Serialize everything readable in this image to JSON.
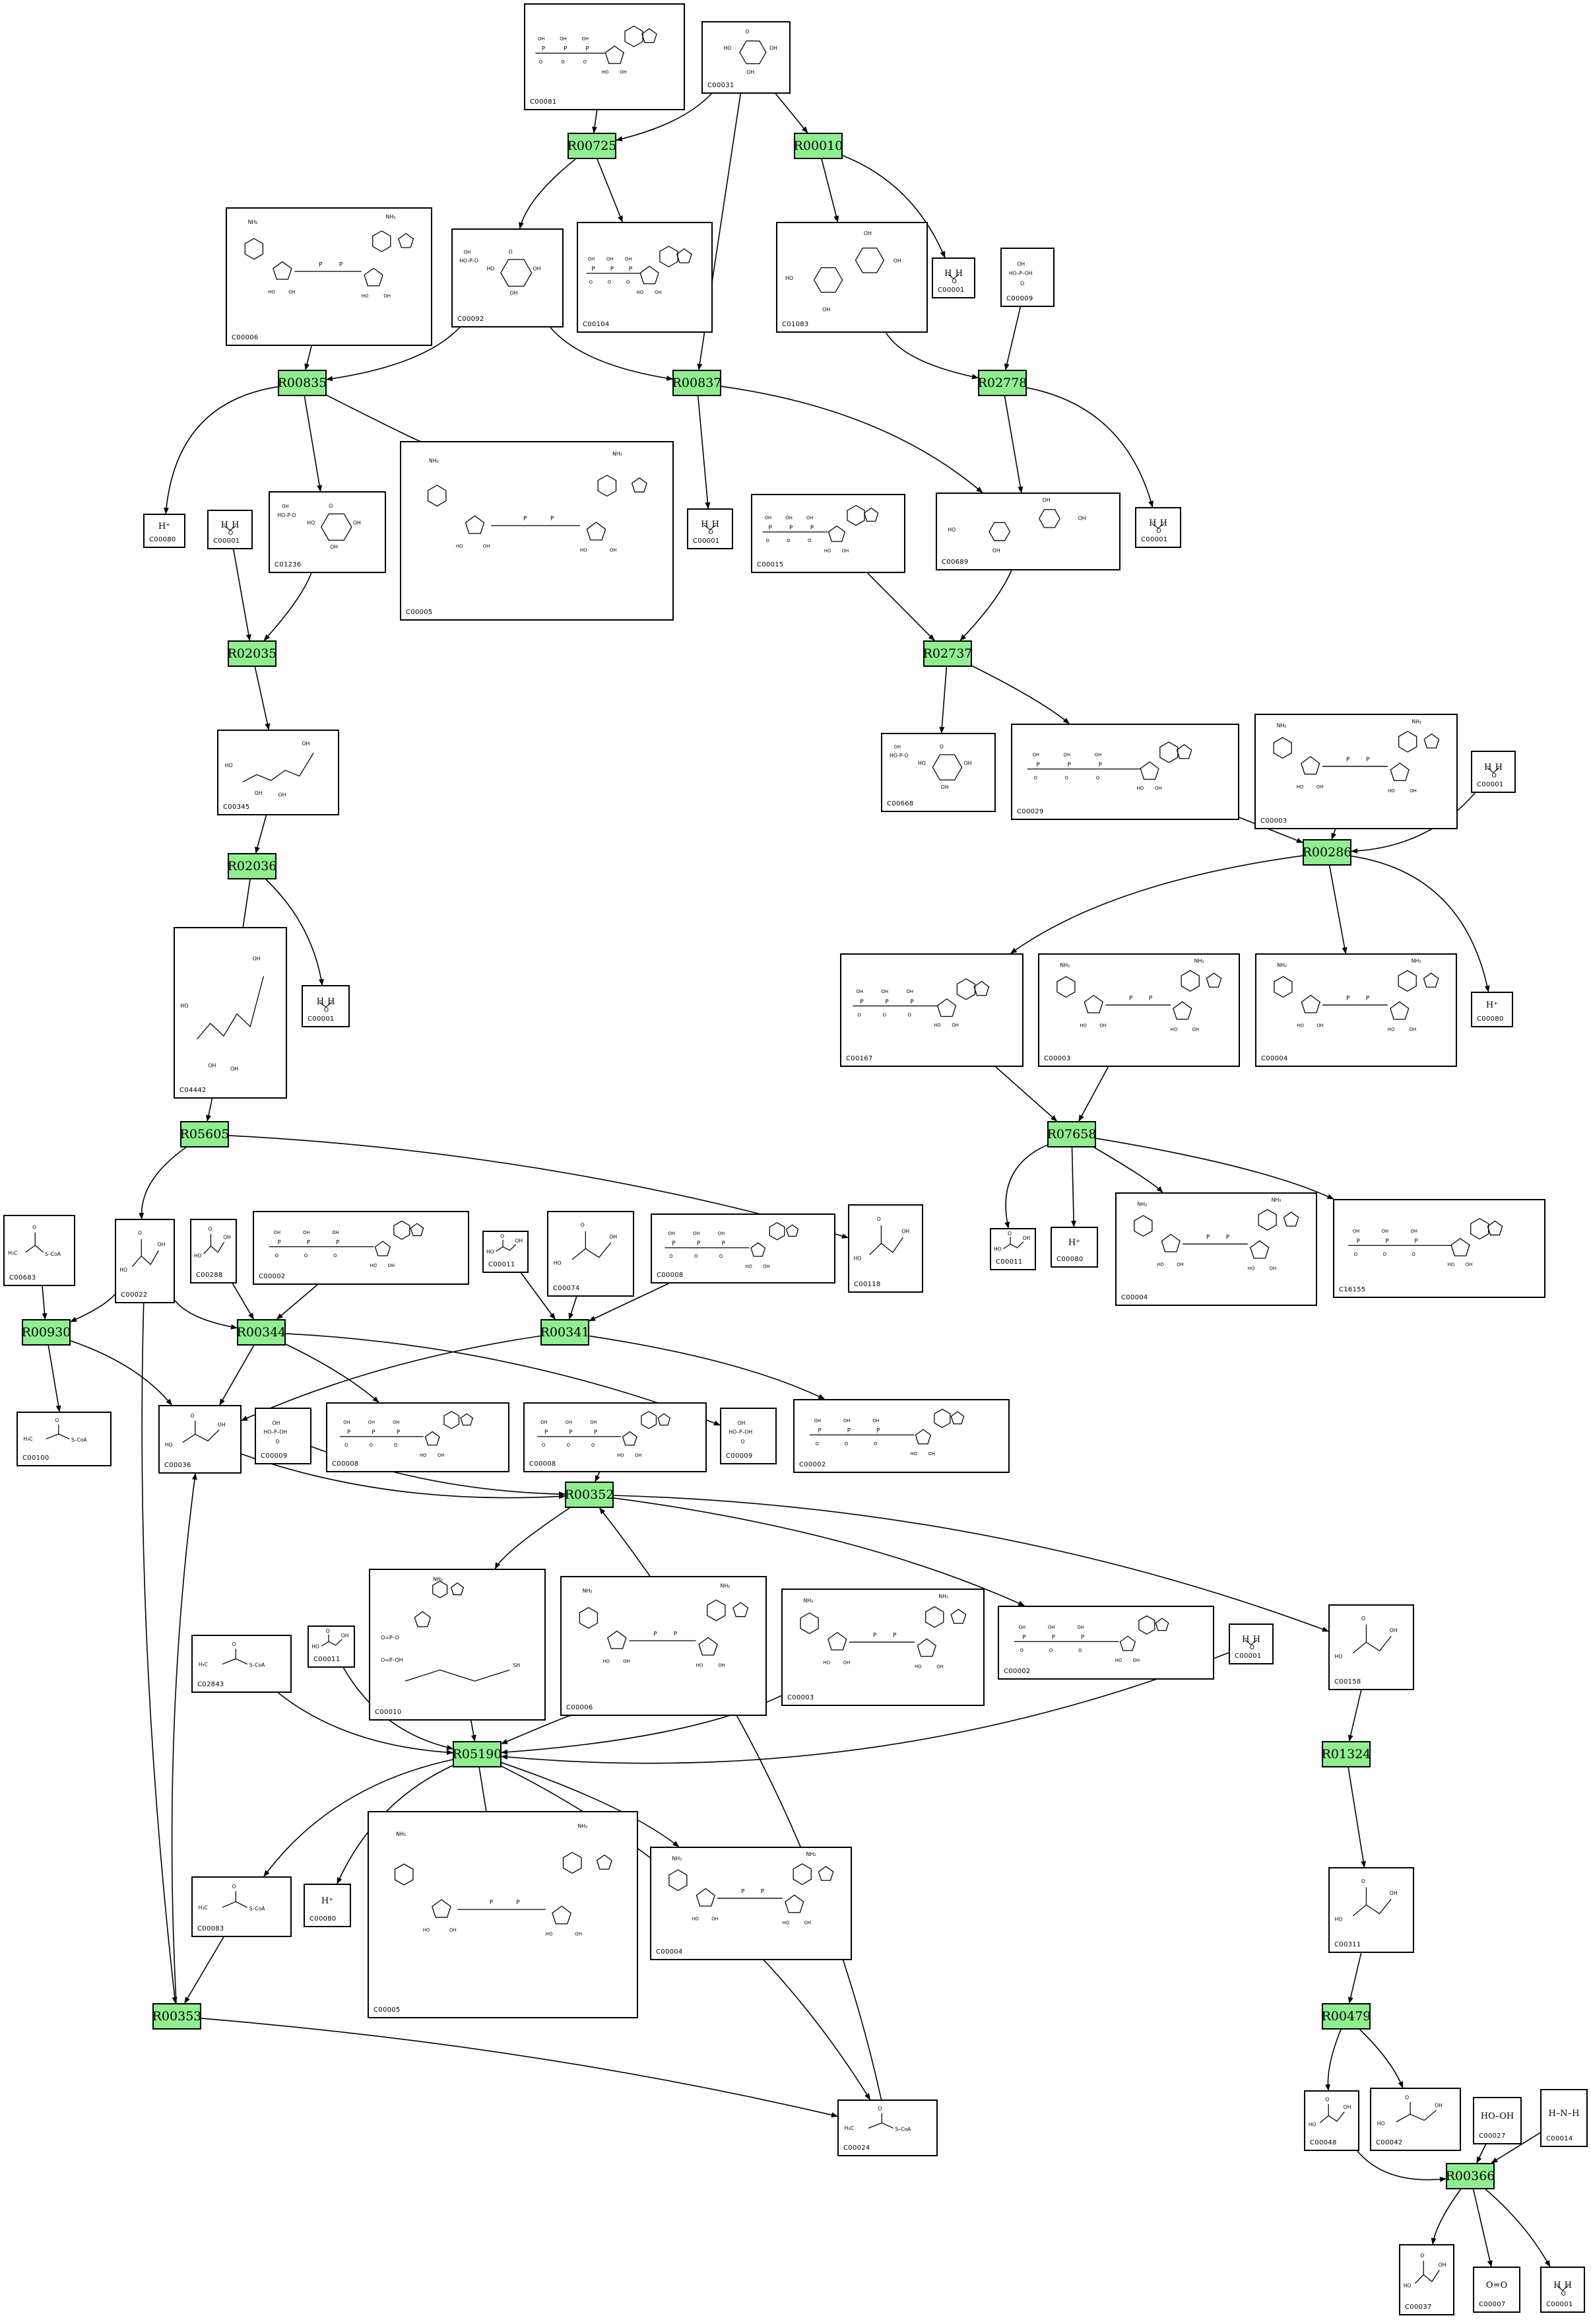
{
  "reactions": [
    {
      "id": "R00725",
      "label": "R00725"
    },
    {
      "id": "R00010",
      "label": "R00010"
    },
    {
      "id": "R00835",
      "label": "R00835"
    },
    {
      "id": "R00837",
      "label": "R00837"
    },
    {
      "id": "R02778",
      "label": "R02778"
    },
    {
      "id": "R02035",
      "label": "R02035"
    },
    {
      "id": "R02737",
      "label": "R02737"
    },
    {
      "id": "R00286",
      "label": "R00286"
    },
    {
      "id": "R02036",
      "label": "R02036"
    },
    {
      "id": "R05605",
      "label": "R05605"
    },
    {
      "id": "R07658",
      "label": "R07658"
    },
    {
      "id": "R00930",
      "label": "R00930"
    },
    {
      "id": "R00344",
      "label": "R00344"
    },
    {
      "id": "R00341",
      "label": "R00341"
    },
    {
      "id": "R00352",
      "label": "R00352"
    },
    {
      "id": "R01324",
      "label": "R01324"
    },
    {
      "id": "R05190",
      "label": "R05190"
    },
    {
      "id": "R00353",
      "label": "R00353"
    },
    {
      "id": "R00479",
      "label": "R00479"
    },
    {
      "id": "R00366",
      "label": "R00366"
    }
  ],
  "compounds": [
    {
      "key": "c00081",
      "label": "C00081",
      "kind": "nucleotide"
    },
    {
      "key": "c00031",
      "label": "C00031",
      "kind": "sugar"
    },
    {
      "key": "c00006_top",
      "label": "C00006",
      "kind": "dinucleotide"
    },
    {
      "key": "c00092",
      "label": "C00092",
      "kind": "sugarphosphate"
    },
    {
      "key": "c00104",
      "label": "C00104",
      "kind": "nucleotide"
    },
    {
      "key": "c01083",
      "label": "C01083",
      "kind": "disaccharide"
    },
    {
      "key": "c00001_a",
      "label": "C00001",
      "kind": "water"
    },
    {
      "key": "c00009_a",
      "label": "C00009",
      "kind": "phosphate"
    },
    {
      "key": "c00080_a",
      "label": "C00080",
      "kind": "proton"
    },
    {
      "key": "c00001_b",
      "label": "C00001",
      "kind": "water"
    },
    {
      "key": "c01236",
      "label": "C01236",
      "kind": "sugarphosphate"
    },
    {
      "key": "c00005_top",
      "label": "C00005",
      "kind": "dinucleotide"
    },
    {
      "key": "c00001_c",
      "label": "C00001",
      "kind": "water"
    },
    {
      "key": "c00015",
      "label": "C00015",
      "kind": "nucleotide"
    },
    {
      "key": "c00689",
      "label": "C00689",
      "kind": "disaccharide"
    },
    {
      "key": "c00001_d",
      "label": "C00001",
      "kind": "water"
    },
    {
      "key": "c00345",
      "label": "C00345",
      "kind": "chain"
    },
    {
      "key": "c00668",
      "label": "C00668",
      "kind": "sugarphosphate"
    },
    {
      "key": "c00029",
      "label": "C00029",
      "kind": "nucleotide"
    },
    {
      "key": "c00003_a",
      "label": "C00003",
      "kind": "dinucleotide"
    },
    {
      "key": "c00001_e",
      "label": "C00001",
      "kind": "water"
    },
    {
      "key": "c00001_f",
      "label": "C00001",
      "kind": "water"
    },
    {
      "key": "c04442",
      "label": "C04442",
      "kind": "chain"
    },
    {
      "key": "c00167",
      "label": "C00167",
      "kind": "nucleotide"
    },
    {
      "key": "c00003_b",
      "label": "C00003",
      "kind": "dinucleotide"
    },
    {
      "key": "c00004_a",
      "label": "C00004",
      "kind": "dinucleotide"
    },
    {
      "key": "c00080_b",
      "label": "C00080",
      "kind": "proton"
    },
    {
      "key": "c00683",
      "label": "C00683",
      "kind": "acyl"
    },
    {
      "key": "c00022",
      "label": "C00022",
      "kind": "small"
    },
    {
      "key": "c00288",
      "label": "C00288",
      "kind": "small"
    },
    {
      "key": "c00002_a",
      "label": "C00002",
      "kind": "nucleotide"
    },
    {
      "key": "c00011_a",
      "label": "C00011",
      "kind": "small"
    },
    {
      "key": "c00074",
      "label": "C00074",
      "kind": "small"
    },
    {
      "key": "c00008_a",
      "label": "C00008",
      "kind": "nucleotide"
    },
    {
      "key": "c00118",
      "label": "C00118",
      "kind": "small"
    },
    {
      "key": "c00011_b",
      "label": "C00011",
      "kind": "small"
    },
    {
      "key": "c00080_c",
      "label": "C00080",
      "kind": "proton"
    },
    {
      "key": "c00004_b",
      "label": "C00004",
      "kind": "dinucleotide"
    },
    {
      "key": "c16155",
      "label": "C16155",
      "kind": "nucleotide"
    },
    {
      "key": "c00100",
      "label": "C00100",
      "kind": "acyl"
    },
    {
      "key": "c00036",
      "label": "C00036",
      "kind": "small"
    },
    {
      "key": "c00009_b",
      "label": "C00009",
      "kind": "phosphate"
    },
    {
      "key": "c00008_b",
      "label": "C00008",
      "kind": "nucleotide"
    },
    {
      "key": "c00008_c",
      "label": "C00008",
      "kind": "nucleotide"
    },
    {
      "key": "c00009_c",
      "label": "C00009",
      "kind": "phosphate"
    },
    {
      "key": "c00002_b",
      "label": "C00002",
      "kind": "nucleotide"
    },
    {
      "key": "c02843",
      "label": "C02843",
      "kind": "acyl"
    },
    {
      "key": "c00011_c",
      "label": "C00011",
      "kind": "small"
    },
    {
      "key": "c00010",
      "label": "C00010",
      "kind": "coa"
    },
    {
      "key": "c00006_b",
      "label": "C00006",
      "kind": "dinucleotide"
    },
    {
      "key": "c00003_c",
      "label": "C00003",
      "kind": "dinucleotide"
    },
    {
      "key": "c00002_c",
      "label": "C00002",
      "kind": "nucleotide"
    },
    {
      "key": "c00001_g",
      "label": "C00001",
      "kind": "water"
    },
    {
      "key": "c00158",
      "label": "C00158",
      "kind": "small"
    },
    {
      "key": "c00083",
      "label": "C00083",
      "kind": "acyl"
    },
    {
      "key": "c00080_d",
      "label": "C00080",
      "kind": "proton"
    },
    {
      "key": "c00005_b",
      "label": "C00005",
      "kind": "dinucleotide"
    },
    {
      "key": "c00004_c",
      "label": "C00004",
      "kind": "dinucleotide"
    },
    {
      "key": "c00311",
      "label": "C00311",
      "kind": "small"
    },
    {
      "key": "c00024",
      "label": "C00024",
      "kind": "acyl"
    },
    {
      "key": "c00048",
      "label": "C00048",
      "kind": "small"
    },
    {
      "key": "c00042",
      "label": "C00042",
      "kind": "small"
    },
    {
      "key": "c00027",
      "label": "C00027",
      "kind": "formula"
    },
    {
      "key": "c00014",
      "label": "C00014",
      "kind": "ammonia"
    },
    {
      "key": "c00037",
      "label": "C00037",
      "kind": "small"
    },
    {
      "key": "c00007",
      "label": "C00007",
      "kind": "formula"
    },
    {
      "key": "c00001_h",
      "label": "C00001",
      "kind": "water"
    }
  ],
  "formula_text": {
    "proton": "H⁺",
    "water": "H  H",
    "c00027": "HO–OH",
    "c00007": "O=O",
    "ammonia": "H–N–H"
  }
}
